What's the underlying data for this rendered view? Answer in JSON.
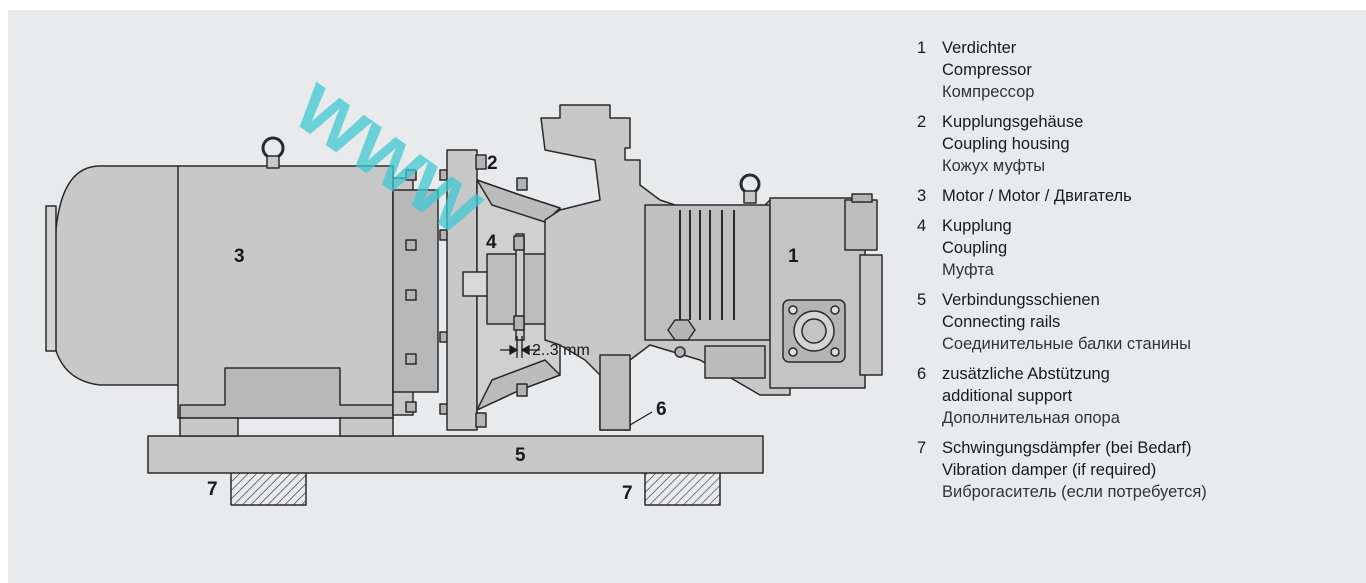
{
  "watermark": "www",
  "colors": {
    "panel": "#e9eaec",
    "metal": "#c8c8c8",
    "metal_dark": "#b4b4b4",
    "outline": "#2a2a2a",
    "watermark": "#3fc8d2"
  },
  "callouts": {
    "c1": "1",
    "c2": "2",
    "c3": "3",
    "c4": "4",
    "c5": "5",
    "c6": "6",
    "c7a": "7",
    "c7b": "7"
  },
  "dimension": {
    "label": "2..3 mm"
  },
  "legend": [
    {
      "num": "1",
      "de": "Verdichter",
      "en": "Compressor",
      "ru": "Компрессор"
    },
    {
      "num": "2",
      "de": "Kupplungsgehäuse",
      "en": "Coupling housing",
      "ru": "Кожух муфты"
    },
    {
      "num": "3",
      "inline": [
        "Motor",
        "Motor",
        "Двигатель"
      ],
      "sep": " / "
    },
    {
      "num": "4",
      "de": "Kupplung",
      "en": "Coupling",
      "ru": "Муфта"
    },
    {
      "num": "5",
      "de": "Verbindungsschienen",
      "en": "Connecting rails",
      "ru": "Соединительные балки станины"
    },
    {
      "num": "6",
      "de": "zusätzliche Abstützung",
      "en": "additional support",
      "ru": "Дополнительная опора"
    },
    {
      "num": "7",
      "de": "Schwingungsdämpfer (bei Bedarf)",
      "en": "Vibration damper (if required)",
      "ru": "Виброгаситель (если потребуется)"
    }
  ]
}
